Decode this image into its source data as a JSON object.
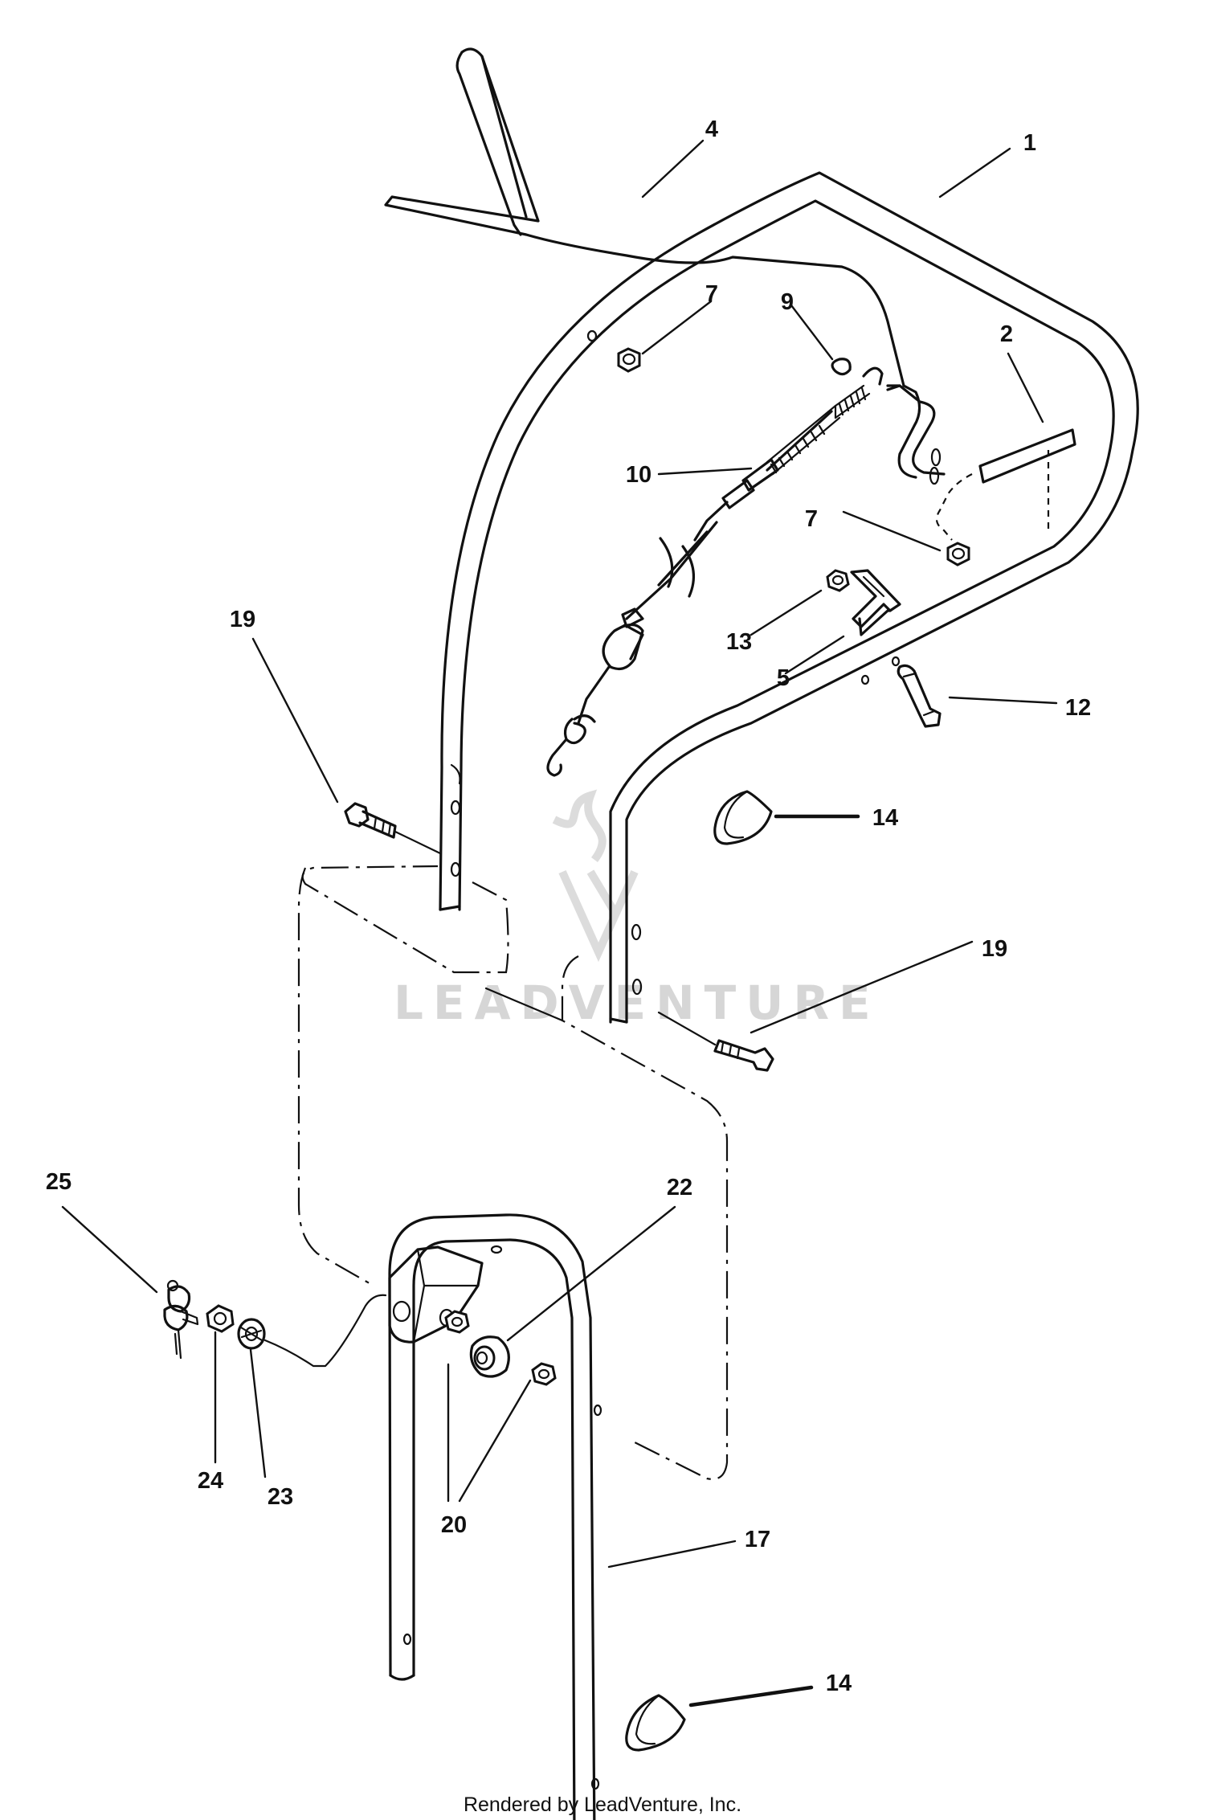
{
  "footer": {
    "credit": "Rendered by LeadVenture, Inc."
  },
  "watermark": {
    "text": "LEADVENTURE"
  },
  "callouts": [
    {
      "id": "c-1",
      "text": "1"
    },
    {
      "id": "c-4",
      "text": "4"
    },
    {
      "id": "c-7a",
      "text": "7"
    },
    {
      "id": "c-9",
      "text": "9"
    },
    {
      "id": "c-2",
      "text": "2"
    },
    {
      "id": "c-10",
      "text": "10"
    },
    {
      "id": "c-7b",
      "text": "7"
    },
    {
      "id": "c-19a",
      "text": "19"
    },
    {
      "id": "c-13",
      "text": "13"
    },
    {
      "id": "c-5",
      "text": "5"
    },
    {
      "id": "c-12",
      "text": "12"
    },
    {
      "id": "c-14a",
      "text": "14"
    },
    {
      "id": "c-19b",
      "text": "19"
    },
    {
      "id": "c-25",
      "text": "25"
    },
    {
      "id": "c-22",
      "text": "22"
    },
    {
      "id": "c-24",
      "text": "24"
    },
    {
      "id": "c-23",
      "text": "23"
    },
    {
      "id": "c-20",
      "text": "20"
    },
    {
      "id": "c-17",
      "text": "17"
    },
    {
      "id": "c-14b",
      "text": "14"
    }
  ]
}
